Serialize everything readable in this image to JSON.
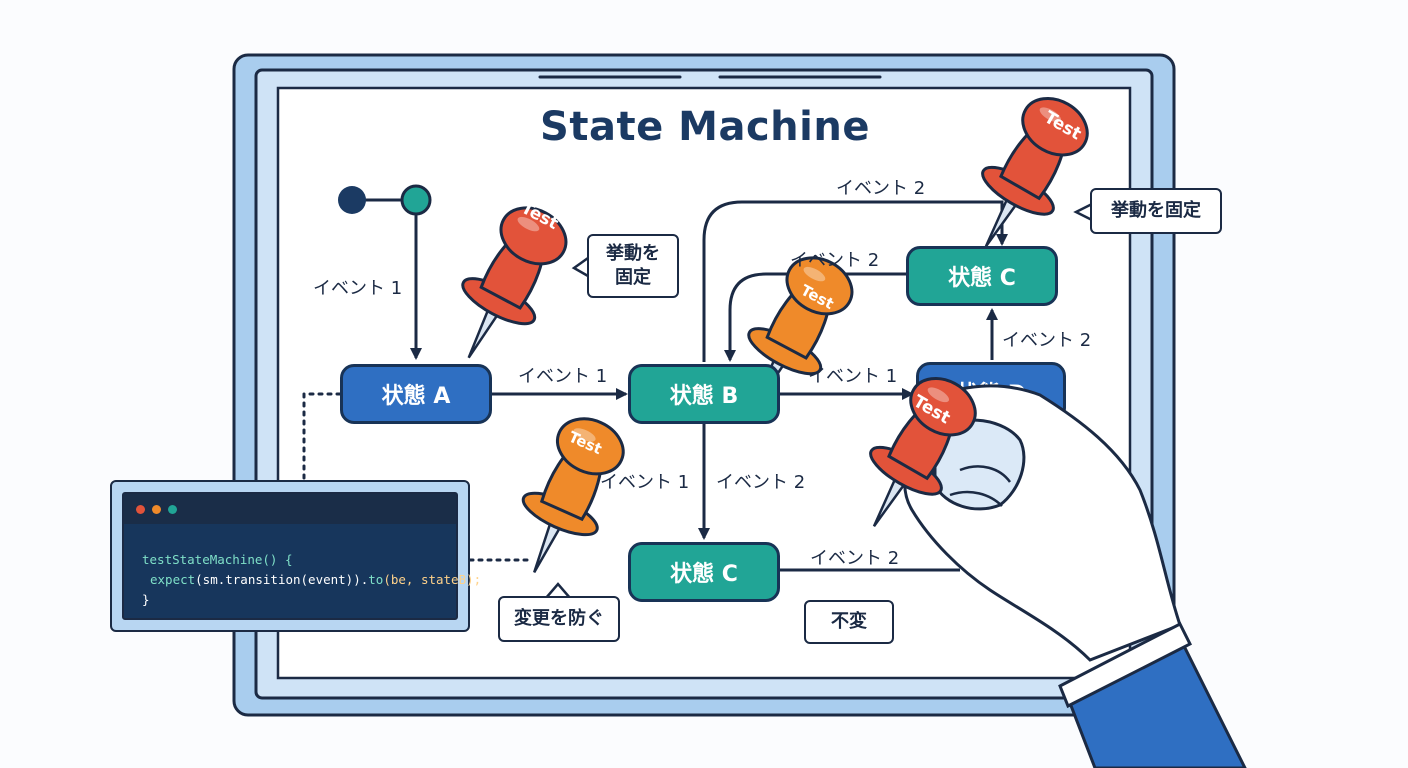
{
  "diagram": {
    "title": "State Machine",
    "states": {
      "state_a": "状態 A",
      "state_b": "状態 B",
      "state_c_top": "状態 C",
      "state_c_bottom": "状態 C",
      "state_d": "状態 D"
    },
    "edge_labels": {
      "init_to_a": "イベント 1",
      "a_to_b": "イベント 1",
      "b_to_d": "イベント 1",
      "b_down_left": "イベント 1",
      "b_down_right": "イベント 2",
      "b_loop_top": "イベント 2",
      "c_to_b": "イベント 2",
      "d_to_c": "イベント 2",
      "c_bottom_right": "イベント 2"
    },
    "callouts": {
      "fix_behavior_left": "挙動を\n固定",
      "fix_behavior_right": "挙動を固定",
      "prevent_change": "変更を防ぐ",
      "unchanged": "不変"
    },
    "pin_label": "Test"
  },
  "code": {
    "line1": "testStateMachine() {",
    "line2_a": "expect",
    "line2_b": "(sm.transition(event)).",
    "line2_c": "to",
    "line2_d": "(be, stateB);",
    "line3": "}"
  },
  "colors": {
    "navy": "#1b2a44",
    "blue_state": "#2f6fc2",
    "teal_state": "#21a596",
    "pin_red": "#e2533a",
    "pin_orange": "#ef8a2a",
    "frame_blue": "#a9cdee",
    "code_bg": "#17365c"
  }
}
